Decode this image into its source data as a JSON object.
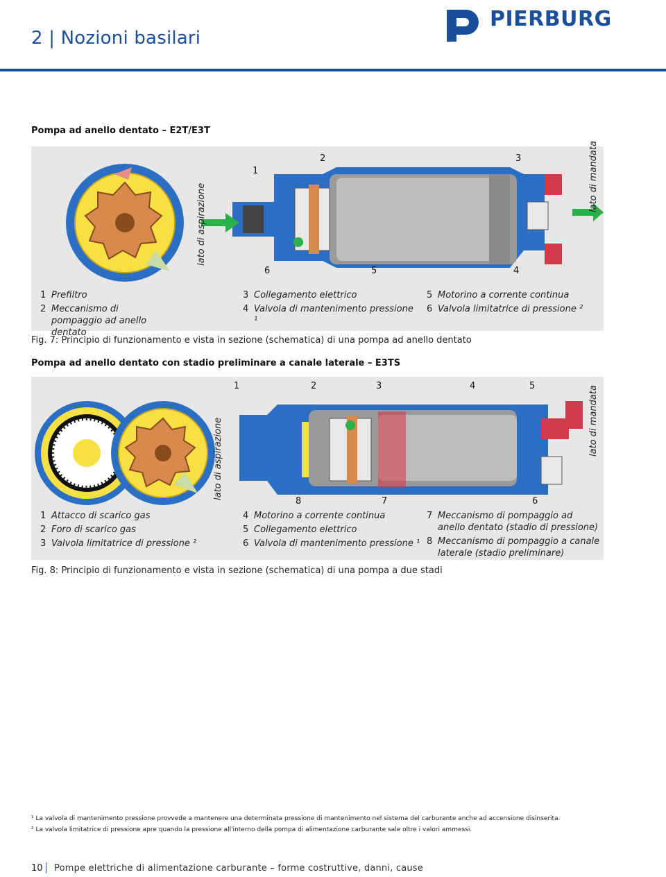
{
  "header": {
    "section_number": "2",
    "section_title": "Nozioni basilari",
    "logo_text": "PIERBURG",
    "brand_color": "#1a4f9c"
  },
  "figure1": {
    "heading": "Pompa ad anello dentato – E2T/E3T",
    "side_left": "lato di aspirazione",
    "side_right": "lato di mandata",
    "callouts": [
      "1",
      "2",
      "3",
      "6",
      "5",
      "4"
    ],
    "legend": [
      {
        "num": "1",
        "text": "Prefiltro"
      },
      {
        "num": "2",
        "text": "Meccanismo di pompaggio ad anello dentato"
      },
      {
        "num": "3",
        "text": "Collegamento elettrico"
      },
      {
        "num": "4",
        "text": "Valvola di mantenimento pressione ¹"
      },
      {
        "num": "5",
        "text": "Motorino a corrente continua"
      },
      {
        "num": "6",
        "text": "Valvola limitatrice di pressione ²"
      }
    ],
    "caption": "Fig. 7: Principio di funzionamento e vista in sezione (schematica) di una pompa ad anello dentato"
  },
  "figure2": {
    "heading": "Pompa ad anello dentato con stadio preliminare a canale laterale – E3TS",
    "side_left": "lato di aspirazione",
    "side_right": "lato di mandata",
    "callouts_top": [
      "1",
      "2",
      "3",
      "4",
      "5"
    ],
    "callouts_bottom": [
      "8",
      "7",
      "6"
    ],
    "legend": [
      {
        "num": "1",
        "text": "Attacco di scarico gas"
      },
      {
        "num": "2",
        "text": "Foro di scarico gas"
      },
      {
        "num": "3",
        "text": "Valvola limitatrice di pressione ²"
      },
      {
        "num": "4",
        "text": "Motorino a corrente continua"
      },
      {
        "num": "5",
        "text": "Collegamento elettrico"
      },
      {
        "num": "6",
        "text": "Valvola di mantenimento pressione ¹"
      },
      {
        "num": "7",
        "text": "Meccanismo di pompaggio ad anello dentato (stadio di pressione)"
      },
      {
        "num": "8",
        "text": "Meccanismo di pompaggio a canale laterale (stadio preliminare)"
      }
    ],
    "caption": "Fig. 8: Principio di funzionamento e vista in sezione (schematica) di una pompa a due stadi"
  },
  "footnotes": [
    "¹ La valvola di mantenimento pressione provvede a mantenere una determinata pressione di mantenimento nel sistema del carburante anche ad accensione disinserita.",
    "² La valvola limitatrice di pressione apre quando la pressione all'interno della pompa di alimentazione carburante sale oltre i valori ammessi."
  ],
  "footer": {
    "page_number": "10",
    "document_title": "Pompe elettriche di alimentazione carburante – forme costruttive, danni, cause"
  }
}
